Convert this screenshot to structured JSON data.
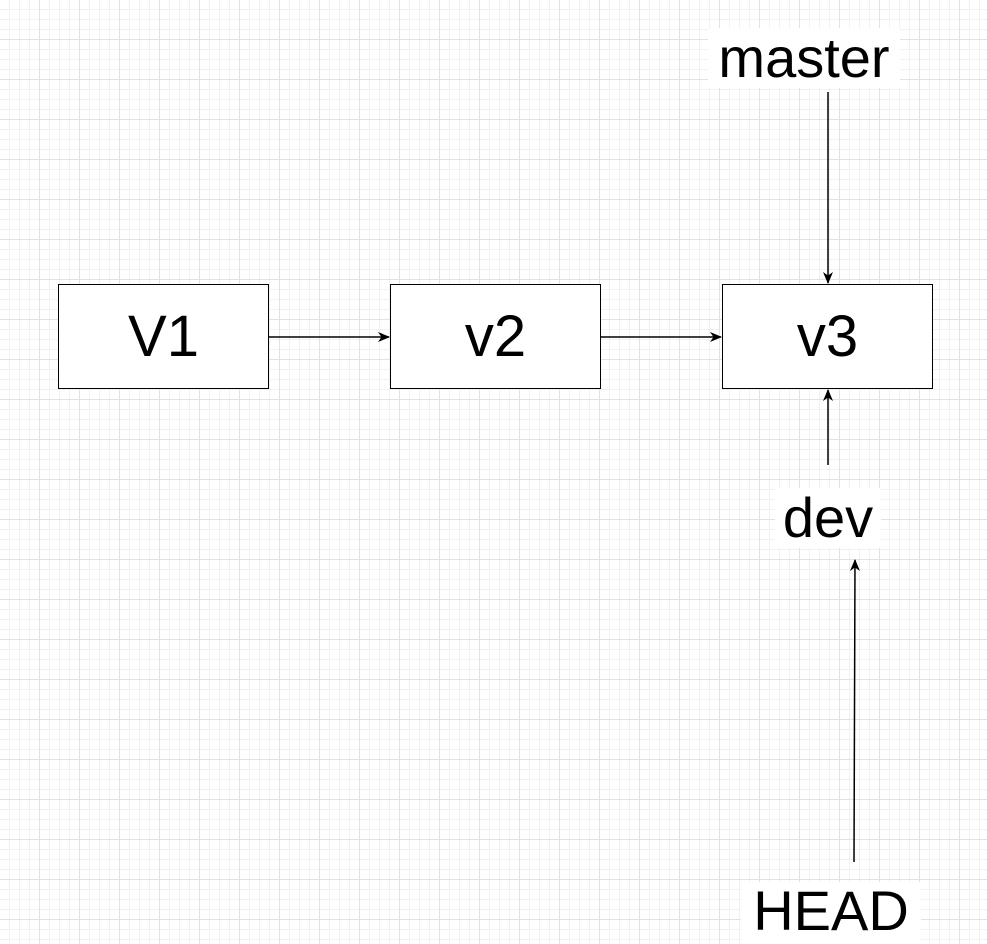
{
  "nodes": [
    {
      "id": "v1",
      "label": "V1"
    },
    {
      "id": "v2",
      "label": "v2"
    },
    {
      "id": "v3",
      "label": "v3"
    }
  ],
  "pointers": {
    "master": "master",
    "dev": "dev",
    "head": "HEAD"
  },
  "edges": [
    {
      "from": "v1",
      "to": "v2"
    },
    {
      "from": "v2",
      "to": "v3"
    },
    {
      "from": "master",
      "to": "v3"
    },
    {
      "from": "dev",
      "to": "v3"
    },
    {
      "from": "HEAD",
      "to": "dev"
    }
  ],
  "colors": {
    "stroke": "#000000",
    "grid": "#e2e2e2",
    "background": "#ffffff"
  }
}
